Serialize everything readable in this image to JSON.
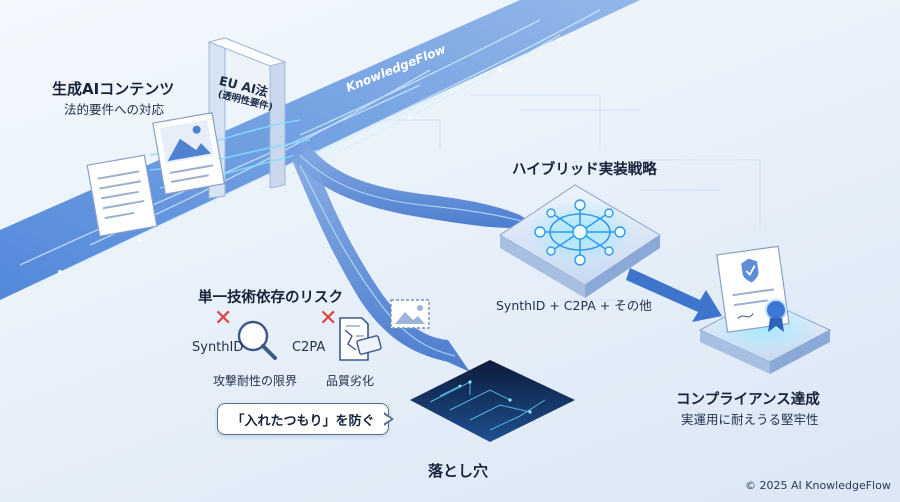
{
  "input": {
    "title": "生成AIコンテンツ",
    "subtitle": "法的要件への対応"
  },
  "gate": {
    "title": "EU AI法",
    "subtitle": "(透明性要件)"
  },
  "stream_label": "KnowledgeFlow",
  "hybrid": {
    "title": "ハイブリッド実装戦略",
    "methods": "SynthID + C2PA + その他"
  },
  "risk": {
    "title": "単一技術依存のリスク",
    "items": [
      {
        "name": "SynthID",
        "caption": "攻撃耐性の限界",
        "status": "rejected"
      },
      {
        "name": "C2PA",
        "caption": "品質劣化",
        "status": "rejected"
      }
    ]
  },
  "warning_bubble": "「入れたつもり」を防ぐ",
  "pitfall": "落とし穴",
  "compliance": {
    "title": "コンプライアンス達成",
    "subtitle": "実運用に耐えうる堅牢性"
  },
  "copyright": "© 2025 AI KnowledgeFlow",
  "colors": {
    "accent": "#2f6fd0",
    "stream": "#3a78d4",
    "glow": "#5fd6ff",
    "reject": "#e0413e"
  }
}
